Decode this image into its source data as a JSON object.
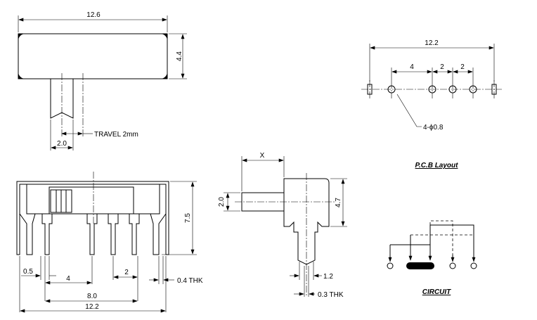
{
  "top_view": {
    "width": "12.6",
    "height": "4.4",
    "actuator_width": "2.0",
    "travel": "TRAVEL 2mm"
  },
  "pcb_layout": {
    "title": "P.C.B Layout",
    "overall": "12.2",
    "pitch_a": "4",
    "pitch_b": "2",
    "pitch_c": "2",
    "hole": "4-ϕ0.8"
  },
  "front_view": {
    "pin_offset": "0.5",
    "pin_span_4": "4",
    "pin_span_2": "2",
    "span_8": "8.0",
    "overall": "12.2",
    "height": "7.5",
    "thickness": "0.4 THK"
  },
  "side_view": {
    "x_label": "X",
    "actuator_height": "2.0",
    "body_height": "4.7",
    "pin_width": "1.2",
    "thickness": "0.3 THK"
  },
  "circuit": {
    "title": "CIRCUIT"
  }
}
